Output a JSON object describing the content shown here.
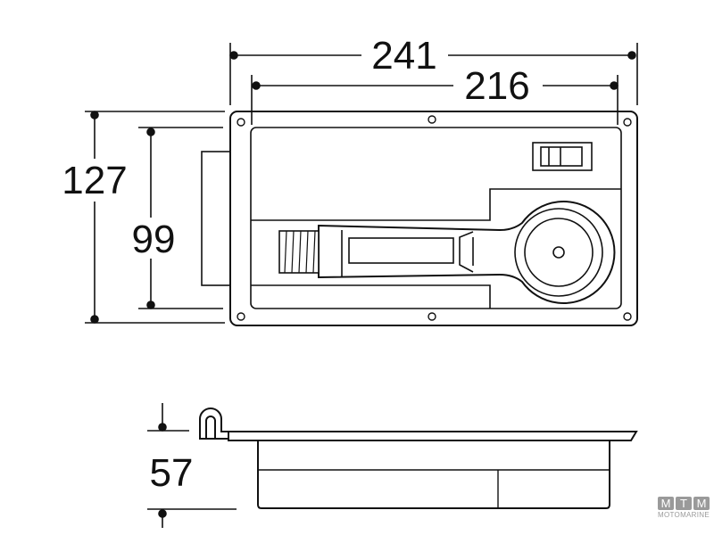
{
  "dimensions": {
    "overall_width": "241",
    "inner_width": "216",
    "overall_height": "127",
    "inner_height": "99",
    "depth": "57"
  },
  "logo": {
    "letters": [
      "M",
      "T",
      "M"
    ],
    "name": "MOTOMARINE"
  }
}
